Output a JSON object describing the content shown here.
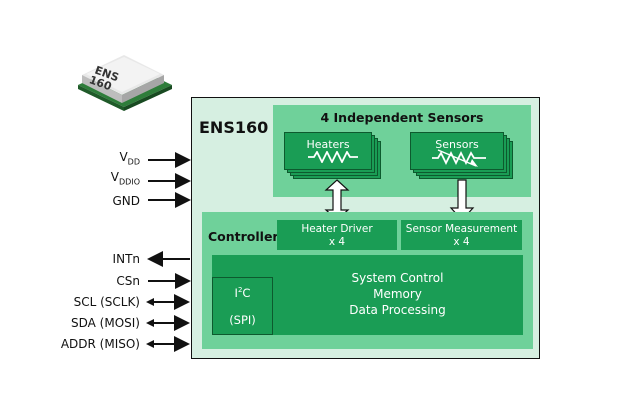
{
  "chip": {
    "name": "ENS160",
    "package_text": [
      "ENS",
      "160"
    ]
  },
  "sensor_block": {
    "title": "4 Independent Sensors",
    "heaters_label": "Heaters",
    "sensors_label": "Sensors"
  },
  "controller": {
    "label": "Controller",
    "heater_driver": [
      "Heater Driver",
      "x 4"
    ],
    "sensor_measurement": [
      "Sensor Measurement",
      "x 4"
    ],
    "system_lines": [
      "System Control",
      "Memory",
      "Data Processing"
    ],
    "interface": {
      "main": "I",
      "sup": "2",
      "rest": "C",
      "alt": "(SPI)"
    }
  },
  "pins": {
    "vdd": {
      "main": "V",
      "sub": "DD"
    },
    "vddio": {
      "main": "V",
      "sub": "DDIO"
    },
    "gnd": "GND",
    "intn": "INTn",
    "csn": "CSn",
    "scl": "SCL (SCLK)",
    "sda": "SDA (MOSI)",
    "addr": "ADDR (MISO)"
  },
  "colors": {
    "light_green": "#d6efe1",
    "mid_green": "#6fd19a",
    "dark_green": "#1a9d55"
  }
}
